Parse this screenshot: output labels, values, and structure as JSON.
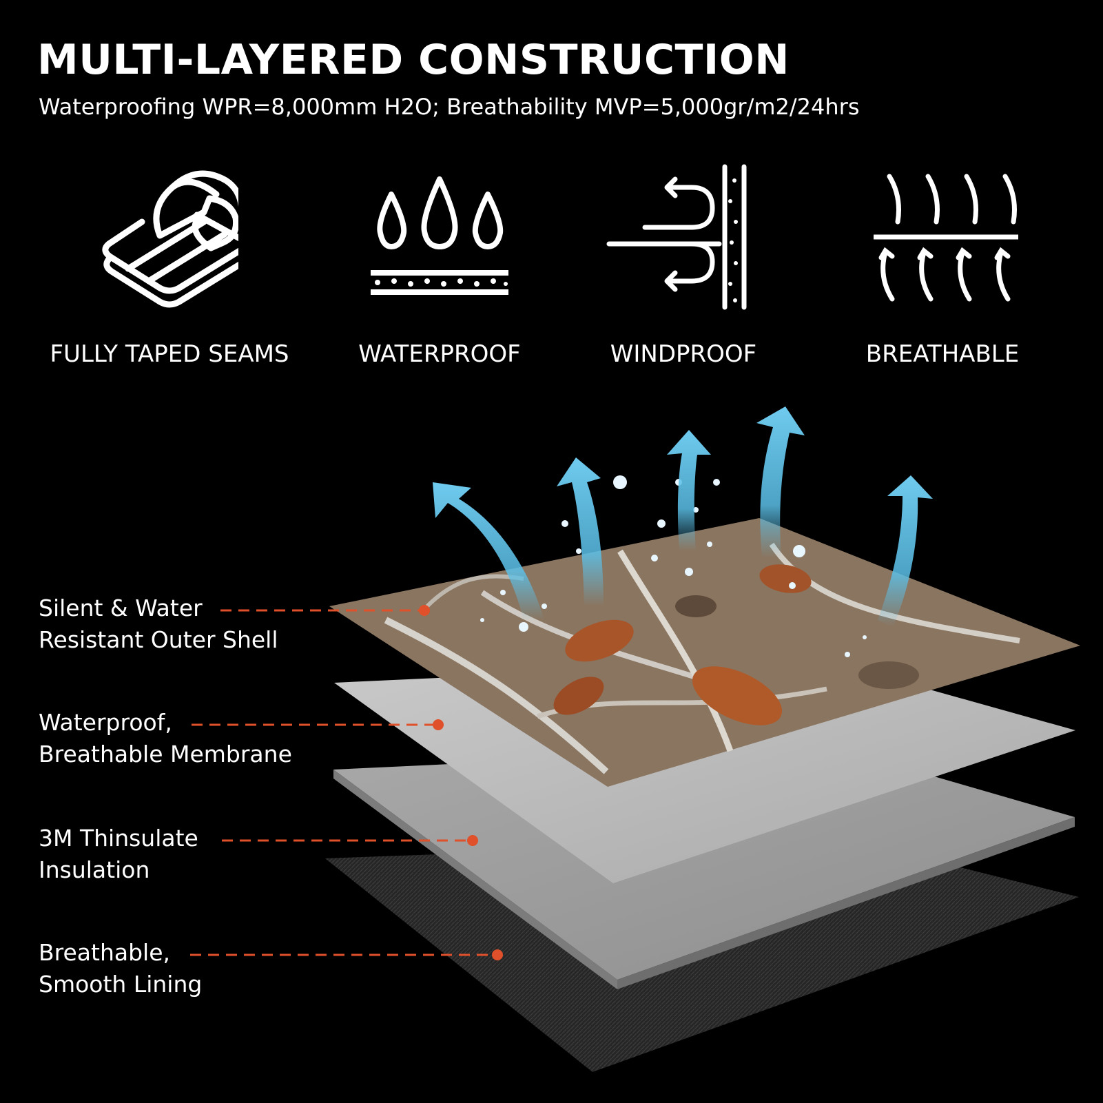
{
  "header": {
    "title": "MULTI-LAYERED CONSTRUCTION",
    "subtitle": "Waterproofing WPR=8,000mm H2O; Breathability MVP=5,000gr/m2/24hrs"
  },
  "features": [
    {
      "label": "FULLY TAPED SEAMS",
      "icon": "taped-seam-icon"
    },
    {
      "label": "WATERPROOF",
      "icon": "water-drops-icon"
    },
    {
      "label": "WINDPROOF",
      "icon": "wind-barrier-icon"
    },
    {
      "label": "BREATHABLE",
      "icon": "vapor-arrows-icon"
    }
  ],
  "layers": [
    {
      "line1": "Silent & Water",
      "line2": "Resistant Outer Shell"
    },
    {
      "line1": "Waterproof,",
      "line2": "Breathable Membrane"
    },
    {
      "line1": "3M Thinsulate",
      "line2": "Insulation"
    },
    {
      "line1": "Breathable,",
      "line2": "Smooth Lining"
    }
  ],
  "colors": {
    "background": "#000000",
    "text": "#ffffff",
    "leader": "#e0502a",
    "vapor_arrow": "#5bc0e8",
    "membrane": "#bdbdbd",
    "insulation": "#9c9c9c",
    "lining": "#2c2c2c",
    "camo_base": "#8a7560"
  }
}
